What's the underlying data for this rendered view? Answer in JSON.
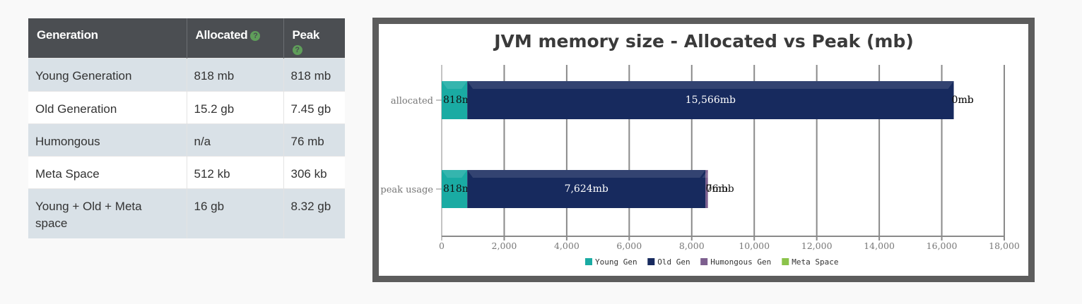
{
  "table": {
    "headers": [
      "Generation",
      "Allocated",
      "Peak"
    ],
    "rows": [
      [
        "Young Generation",
        "818 mb",
        "818 mb"
      ],
      [
        "Old Generation",
        "15.2 gb",
        "7.45 gb"
      ],
      [
        "Humongous",
        "n/a",
        "76 mb"
      ],
      [
        "Meta Space",
        "512 kb",
        "306 kb"
      ],
      [
        "Young + Old + Meta space",
        "16 gb",
        "8.32 gb"
      ]
    ],
    "help_icon": "question-circle-icon"
  },
  "chart_data": {
    "type": "bar",
    "orientation": "horizontal",
    "stacked": true,
    "title": "JVM memory size - Allocated vs Peak (mb)",
    "categories": [
      "allocated",
      "peak usage"
    ],
    "series": [
      {
        "name": "Young Gen",
        "color": "#1aaba3",
        "values": [
          818,
          818
        ],
        "labels": [
          "818mb",
          "818mb"
        ]
      },
      {
        "name": "Old Gen",
        "color": "#172a5e",
        "values": [
          15566,
          7624
        ],
        "labels": [
          "15,566mb",
          "7,624mb"
        ]
      },
      {
        "name": "Humongous Gen",
        "color": "#7d5f8f",
        "values": [
          0,
          76
        ],
        "labels": [
          "0mb",
          "76mb"
        ]
      },
      {
        "name": "Meta Space",
        "color": "#8bc34a",
        "values": [
          0,
          0
        ],
        "labels": [
          "0mb",
          "0mb"
        ]
      }
    ],
    "xlim": [
      0,
      18000
    ],
    "xticks": [
      "0",
      "2,000",
      "4,000",
      "6,000",
      "8,000",
      "10,000",
      "12,000",
      "14,000",
      "16,000",
      "18,000"
    ],
    "grid": true,
    "legend": "bottom"
  }
}
